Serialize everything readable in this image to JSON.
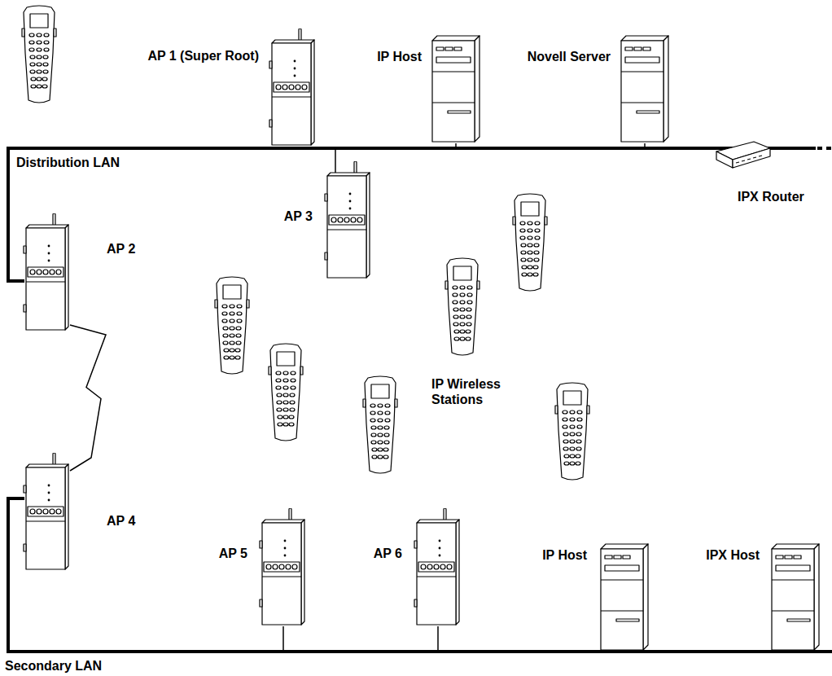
{
  "diagram": {
    "nodes": [
      {
        "text": [
          "AP 1 (Super Root)"
        ]
      },
      {
        "text": [
          "IP Host"
        ]
      },
      {
        "text": [
          "Novell Server"
        ]
      },
      {
        "text": [
          "IPX Router"
        ]
      },
      {
        "text": [
          "AP 3"
        ]
      },
      {
        "text": [
          "AP 2"
        ]
      },
      {
        "text": [
          "AP 4"
        ]
      },
      {
        "text": [
          "AP 5"
        ]
      },
      {
        "text": [
          "AP 6"
        ]
      },
      {
        "text": [
          "IP Host"
        ]
      },
      {
        "text": [
          "IPX Host"
        ]
      }
    ],
    "edges": [
      {
        "from": 5,
        "to": 6,
        "arrow": "none"
      }
    ],
    "labels": [
      "Distribution LAN",
      "IP Wireless Stations",
      "Secondary LAN"
    ]
  }
}
